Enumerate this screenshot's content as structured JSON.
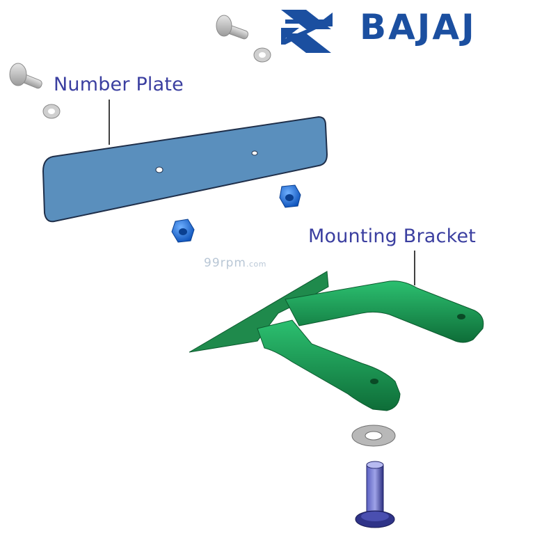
{
  "brand": {
    "name": "BAJAJ",
    "logo_icon": "bajaj-hexagon-logo",
    "color": "#1b4fa0"
  },
  "watermark": {
    "main": "99rpm",
    "suffix": ".com"
  },
  "labels": {
    "number_plate": "Number Plate",
    "mounting_bracket": "Mounting Bracket"
  },
  "colors": {
    "number_plate": "#5a8fbd",
    "mounting_bracket": "#1f9a55",
    "nut": "#1e6fd6",
    "bolt_head": "#bfbfbf",
    "rivet": "#3a3f9e",
    "label_text": "#3b3fa0"
  }
}
